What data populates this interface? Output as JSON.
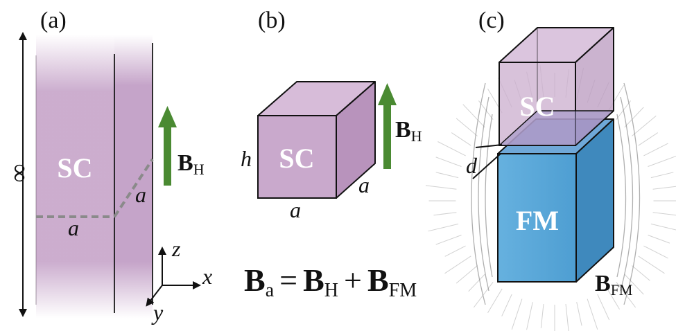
{
  "panels": {
    "a": {
      "label": "(a)",
      "sc": "SC",
      "infinity": "∞",
      "dim_a_bottom": "a",
      "dim_a_side": "a",
      "field_symbol": "B",
      "field_sub": "H",
      "axis_z": "z",
      "axis_x": "x",
      "axis_y": "y"
    },
    "b": {
      "label": "(b)",
      "sc": "SC",
      "dim_h": "h",
      "dim_a_bottom": "a",
      "dim_a_side": "a",
      "field_symbol": "B",
      "field_sub": "H"
    },
    "c": {
      "label": "(c)",
      "sc": "SC",
      "fm": "FM",
      "gap_d": "d",
      "field_symbol": "B",
      "field_sub": "FM"
    }
  },
  "equation": {
    "lhs_symbol": "B",
    "lhs_sub": "a",
    "equals": "=",
    "t1_symbol": "B",
    "t1_sub": "H",
    "plus": "+",
    "t2_symbol": "B",
    "t2_sub": "FM"
  },
  "colors": {
    "sc_purple": "#c9a9cc",
    "sc_purple_dark": "#b693ba",
    "fm_blue": "#5aa5d6",
    "fm_blue_dark": "#3f89bd",
    "arrow_green": "#4a8a32",
    "dash_gray": "#8a8a8a"
  }
}
